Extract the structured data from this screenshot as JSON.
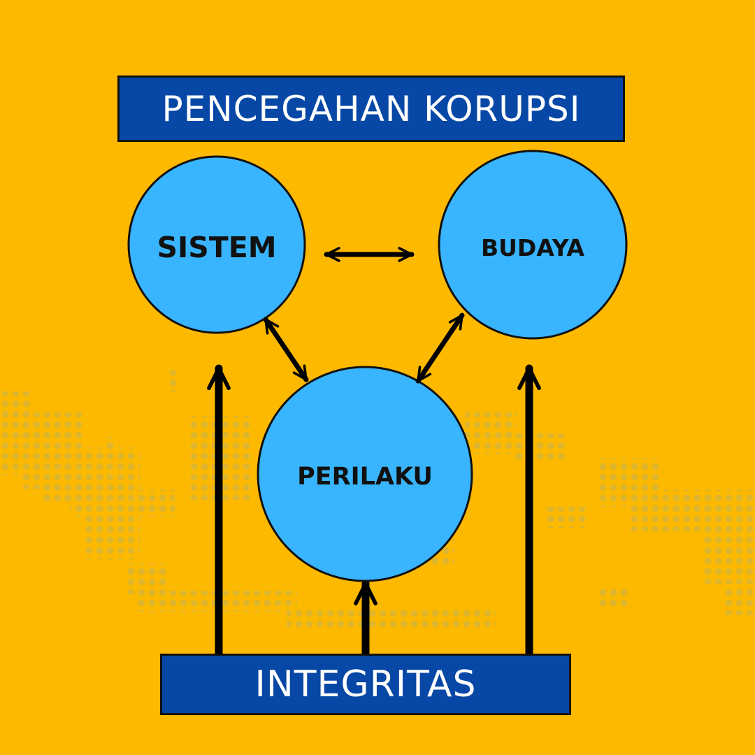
{
  "title": "PENCEGAHAN KORUPSI",
  "foundation": "INTEGRITAS",
  "nodes": {
    "sistem": "SISTEM",
    "budaya": "BUDAYA",
    "perilaku": "PERILAKU"
  },
  "colors": {
    "background": "#FDB900",
    "banner": "#0747A6",
    "circle": "#39B5FF",
    "arrow": "#000000",
    "map_dots": "#D4B43A"
  }
}
